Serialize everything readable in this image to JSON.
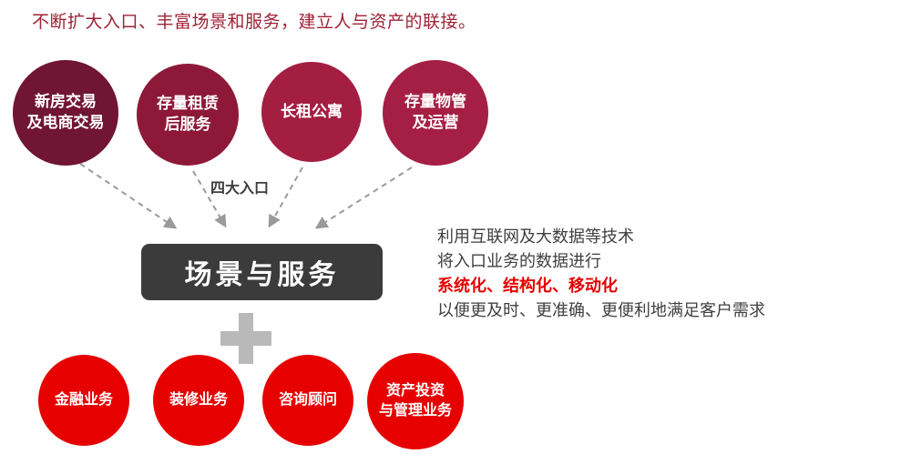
{
  "title": "不断扩大入口、丰富场景和服务，建立人与资产的联接。",
  "four_entries_label": "四大入口",
  "top_circles": [
    {
      "label": "新房交易\n及电商交易",
      "color": "#701533"
    },
    {
      "label": "存量租赁\n后服务",
      "color": "#8e1838"
    },
    {
      "label": "长租公寓",
      "color": "#a41e42"
    },
    {
      "label": "存量物管\n及运营",
      "color": "#a51f44"
    }
  ],
  "center_box": {
    "label": "场景与服务",
    "color": "#3b3b3b"
  },
  "plus_icon": {
    "color": "#b9b9b9"
  },
  "bottom_circles": [
    {
      "label": "金融业务",
      "color": "#e60000"
    },
    {
      "label": "装修业务",
      "color": "#e60000"
    },
    {
      "label": "咨询顾问",
      "color": "#e60000"
    },
    {
      "label": "资产投资\n与管理业务",
      "color": "#e60000"
    }
  ],
  "right_text": {
    "line1": "利用互联网及大数据等技术",
    "line2": "将入口业务的数据进行",
    "line3": "系统化、结构化、移动化",
    "line4": "以便更及时、更准确、更便利地满足客户需求"
  },
  "colors": {
    "title_text": "#9e2235",
    "highlight_red": "#e60000",
    "arrow_gray": "#9a9a9a",
    "box_dark": "#3b3b3b"
  }
}
